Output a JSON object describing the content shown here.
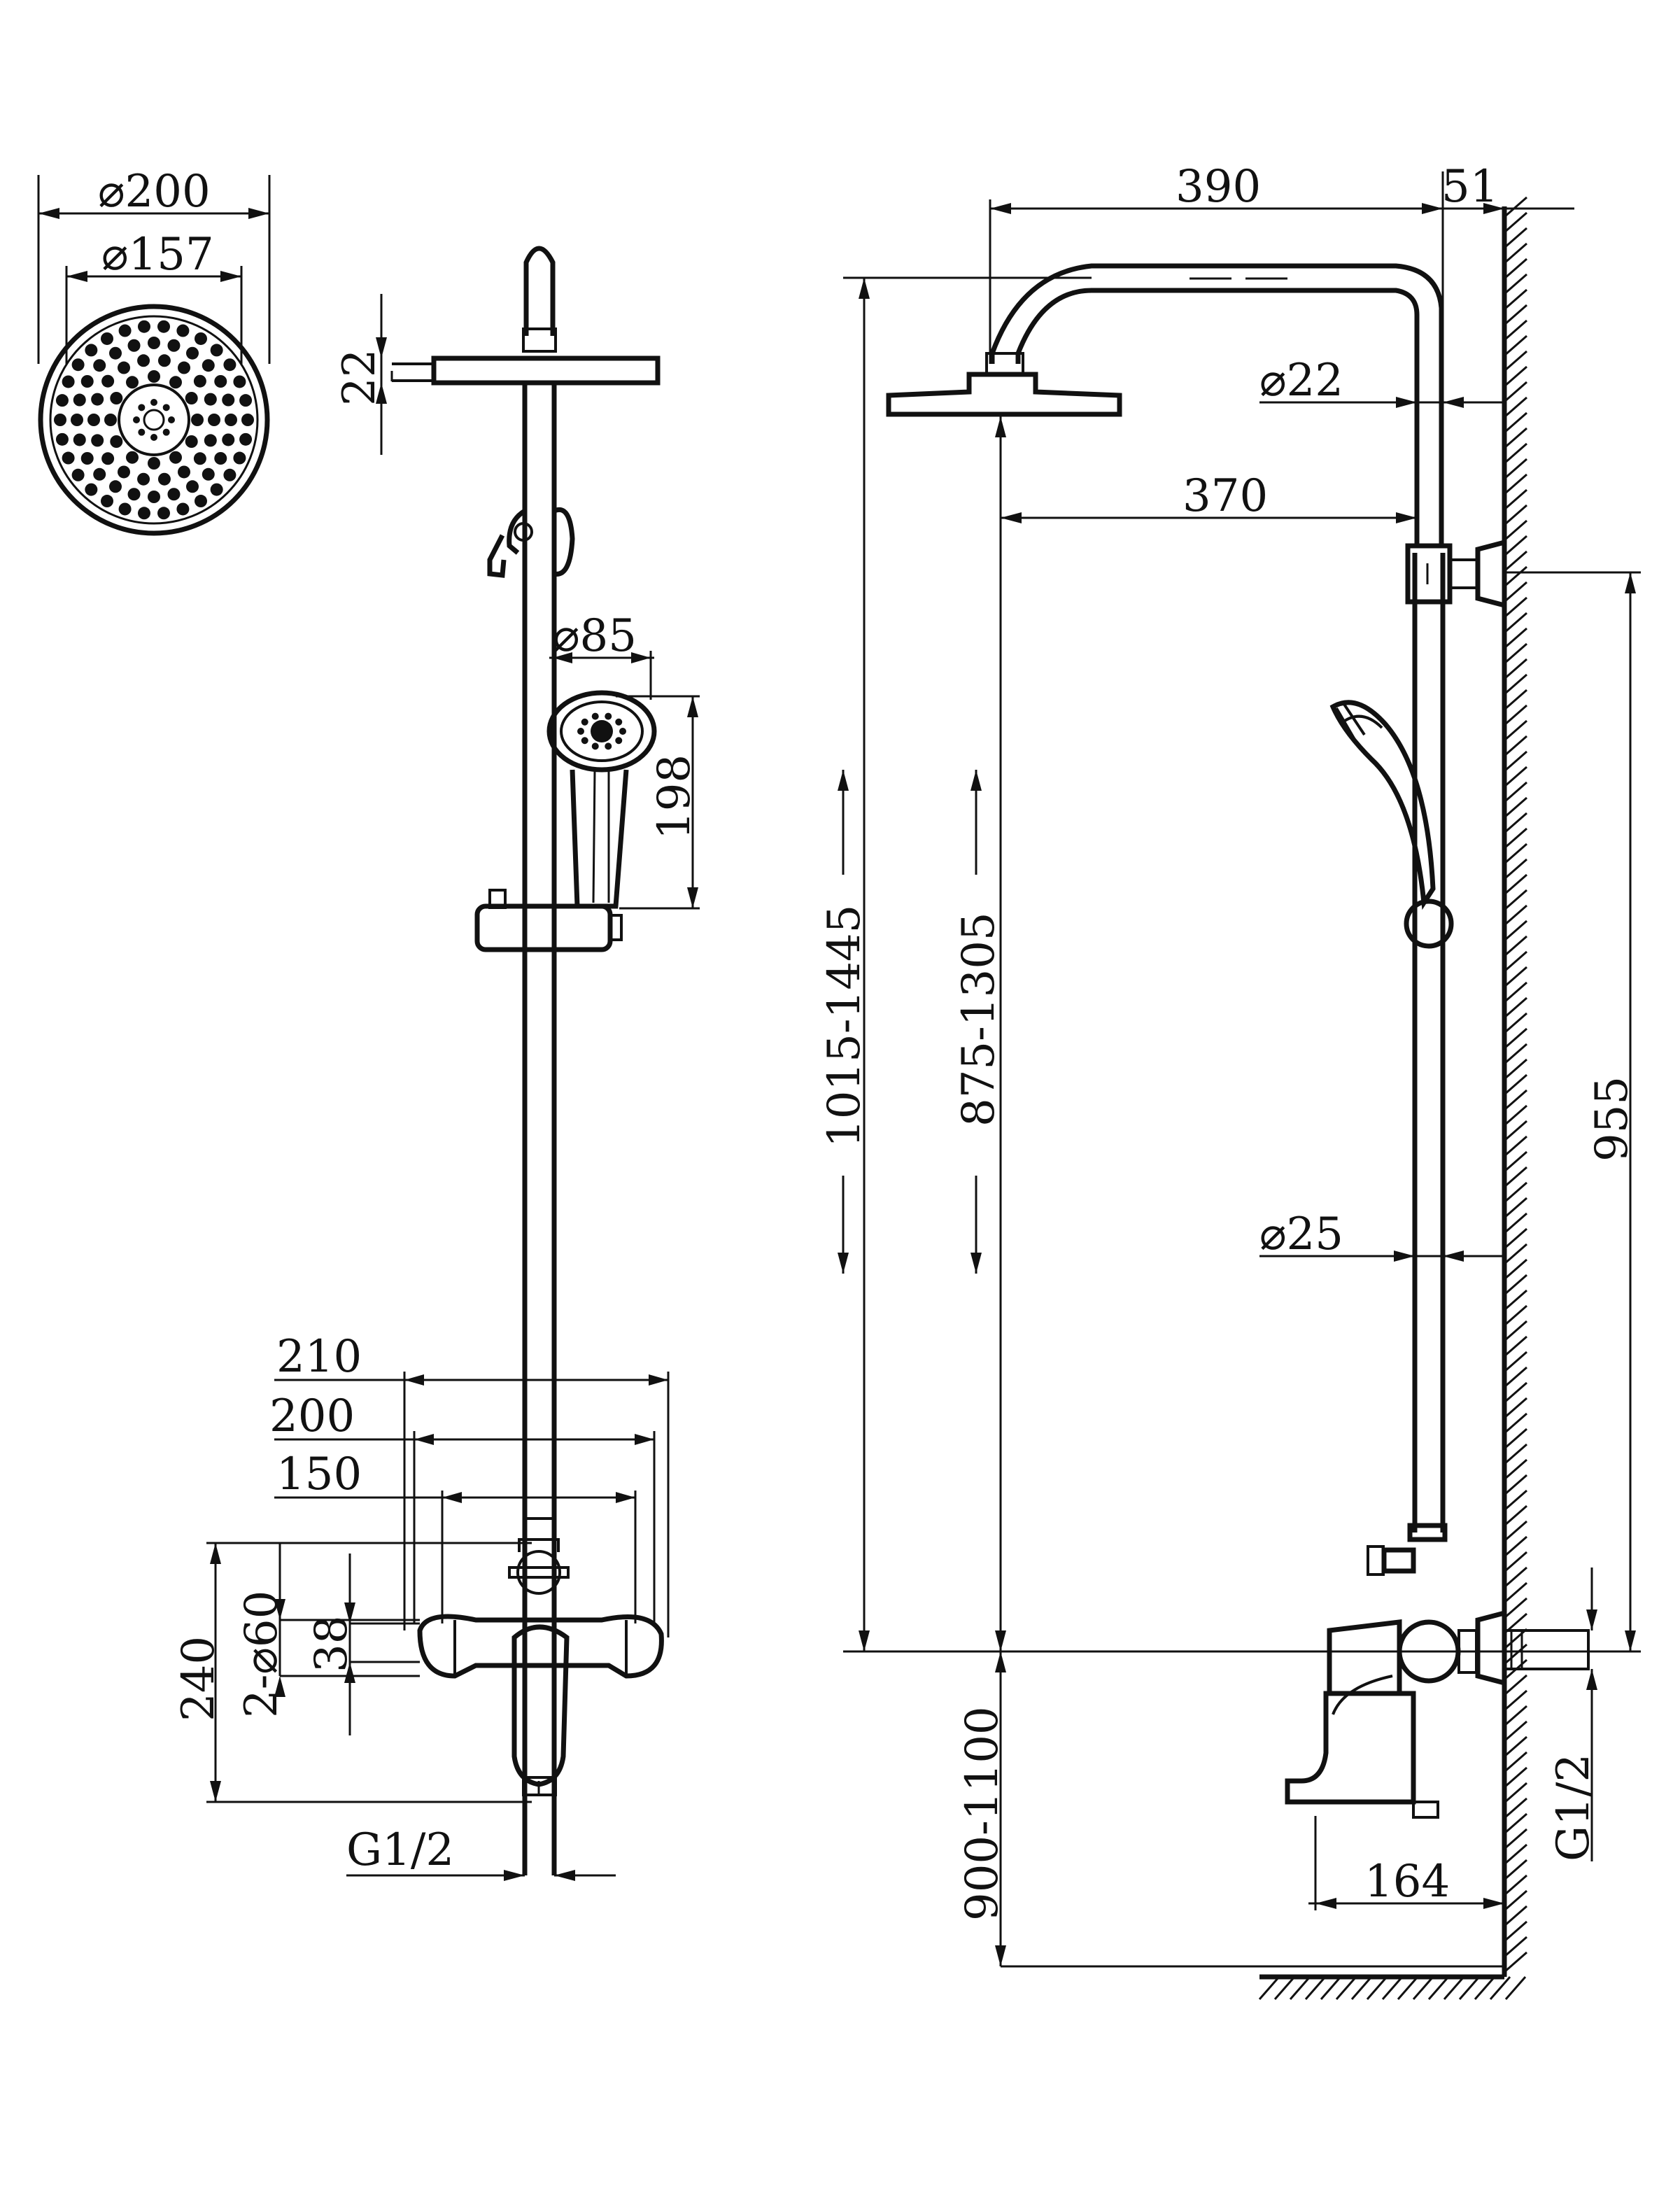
{
  "dimensions": {
    "head_outer_diameter": "⌀200",
    "head_inner_diameter": "⌀157",
    "head_thickness": "22",
    "hand_shower_diameter": "⌀85",
    "hand_shower_length": "198",
    "mixer_width_a": "210",
    "mixer_width_b": "200",
    "mixer_width_c": "150",
    "mixer_height": "240",
    "outlet_count_diameter": "2-⌀60",
    "mixer_offset": "38",
    "inlet_thread_front": "G1/2",
    "arm_length": "390",
    "wall_offset": "51",
    "top_pipe_diameter": "⌀22",
    "head_to_column": "370",
    "overall_height_range": "1015-1445",
    "head_height_range": "875-1305",
    "bracket_to_inlet": "955",
    "bottom_pipe_diameter": "⌀25",
    "install_height_range": "900-1100",
    "inlet_thread_side": "G1/2",
    "spout_projection": "164"
  },
  "colors": {
    "ink": "#111111",
    "paper": "#ffffff"
  }
}
